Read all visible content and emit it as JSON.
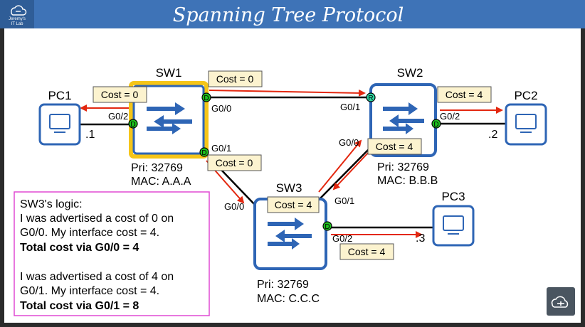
{
  "title": "Spanning Tree Protocol",
  "logo": {
    "line1": "Jeremy's",
    "line2": "IT Lab",
    "icon": "cloud-network-icon"
  },
  "colors": {
    "header": "#3e73b7",
    "switch_border": "#2e65b5",
    "root_highlight": "#f5c518",
    "arrow": "#e3270f",
    "port_green": "#1fc01f",
    "port_root": "#2dd6a0",
    "label_bg": "#fcf3cf",
    "logic_border": "#e04ad4"
  },
  "switches": {
    "sw1": {
      "name": "SW1",
      "pri": "Pri: 32769",
      "mac": "MAC: A.A.A"
    },
    "sw2": {
      "name": "SW2",
      "pri": "Pri: 32769",
      "mac": "MAC: B.B.B"
    },
    "sw3": {
      "name": "SW3",
      "pri": "Pri: 32769",
      "mac": "MAC: C.C.C"
    }
  },
  "pcs": {
    "pc1": {
      "name": "PC1",
      "addr": ".1"
    },
    "pc2": {
      "name": "PC2",
      "addr": ".2"
    },
    "pc3": {
      "name": "PC3",
      "addr": ".3"
    }
  },
  "ports": {
    "sw1_g0_2": "G0/2",
    "sw1_g0_0": "G0/0",
    "sw1_g0_1": "G0/1",
    "sw2_g0_1": "G0/1",
    "sw2_g0_2": "G0/2",
    "sw2_g0_0": "G0/0",
    "sw3_g0_0": "G0/0",
    "sw3_g0_1": "G0/1",
    "sw3_g0_2": "G0/2"
  },
  "port_roles": {
    "designated": "D",
    "root": "R"
  },
  "costs": {
    "sw1_to_pc1": "Cost = 0",
    "sw1_to_sw2": "Cost = 0",
    "sw1_to_sw3": "Cost = 0",
    "sw2_to_pc2": "Cost = 4",
    "sw2_to_sw3": "Cost = 4",
    "sw3_out_g0_1": "Cost = 4",
    "sw3_to_pc3": "Cost = 4"
  },
  "logic": {
    "heading": "SW3's logic:",
    "line1": "I was advertised a cost of 0 on",
    "line2": "G0/0.  My interface cost = 4.",
    "total1": "Total cost via G0/0 = 4",
    "line3": "I was advertised a cost of 4 on",
    "line4": "G0/1.  My interface cost = 4.",
    "total2": "Total cost via G0/1 = 8"
  },
  "corner_icon": "cloud-network-icon"
}
